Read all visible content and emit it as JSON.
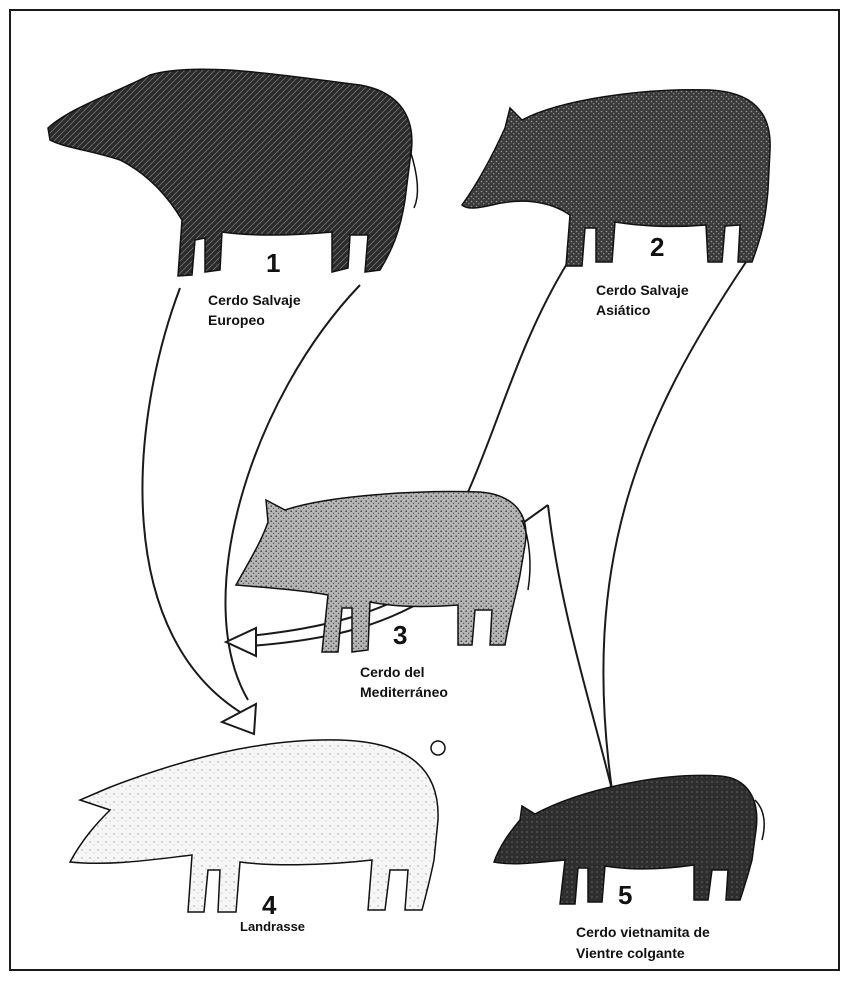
{
  "breeds": [
    {
      "number": "1",
      "line1": "Cerdo Salvaje",
      "line2": "Europeo"
    },
    {
      "number": "2",
      "line1": "Cerdo Salvaje",
      "line2": "Asiático"
    },
    {
      "number": "3",
      "line1": "Cerdo del",
      "line2": "Mediterráneo"
    },
    {
      "number": "4",
      "line1": "Landrasse",
      "line2": ""
    },
    {
      "number": "5",
      "line1": "Cerdo vietnamita de",
      "line2": "Vientre colgante"
    }
  ],
  "colors": {
    "ink": "#1a1a1a",
    "paper": "#ffffff",
    "wild_coat": "#2b2b2b",
    "asian_coat": "#3a3a3a",
    "med_coat": "#8a8a8a",
    "landrace_coat": "#f3f3f3",
    "viet_coat": "#2e2e2e"
  },
  "icons": [
    "european-wild-boar-icon",
    "asian-wild-boar-icon",
    "mediterranean-pig-icon",
    "landrace-pig-icon",
    "vietnamese-potbellied-pig-icon"
  ]
}
